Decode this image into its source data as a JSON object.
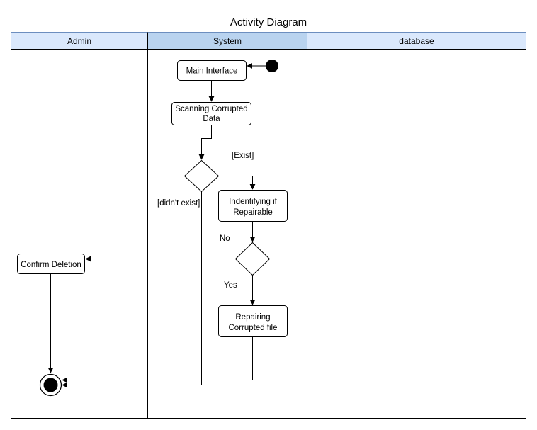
{
  "diagram": {
    "title": "Activity Diagram",
    "lanes": {
      "admin": "Admin",
      "system": "System",
      "database": "database"
    },
    "nodes": {
      "main_interface": "Main Interface",
      "scanning_line1": "Scanning Corrupted",
      "scanning_line2": "Data",
      "identifying_line1": "Indentifying if",
      "identifying_line2": "Repairable",
      "repairing_line1": "Repairing",
      "repairing_line2": "Corrupted file",
      "confirm_deletion": "Confirm Deletion"
    },
    "guards": {
      "exist": "[Exist]",
      "didnt_exist": "[didn't exist]",
      "no": "No",
      "yes": "Yes"
    },
    "colors": {
      "lane_header_fill": "#dae8fc",
      "system_header_fill": "#b9d3ef",
      "stroke": "#000000"
    }
  }
}
